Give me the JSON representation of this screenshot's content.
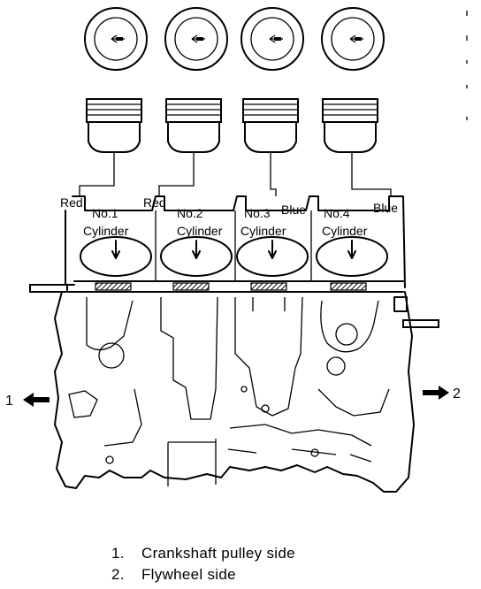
{
  "cylinders": [
    {
      "label_no": "No.1",
      "label_cyl": "Cylinder"
    },
    {
      "label_no": "No.2",
      "label_cyl": "Cylinder"
    },
    {
      "label_no": "No.3",
      "label_cyl": "Cylinder"
    },
    {
      "label_no": "No.4",
      "label_cyl": "Cylinder"
    }
  ],
  "gasket_colors": [
    "Red",
    "Red",
    "Blue",
    "Blue"
  ],
  "direction_labels": {
    "left": "1",
    "right": "2"
  },
  "legend": [
    {
      "num": "1.",
      "text": "Crankshaft pulley side"
    },
    {
      "num": "2.",
      "text": "Flywheel side"
    }
  ]
}
